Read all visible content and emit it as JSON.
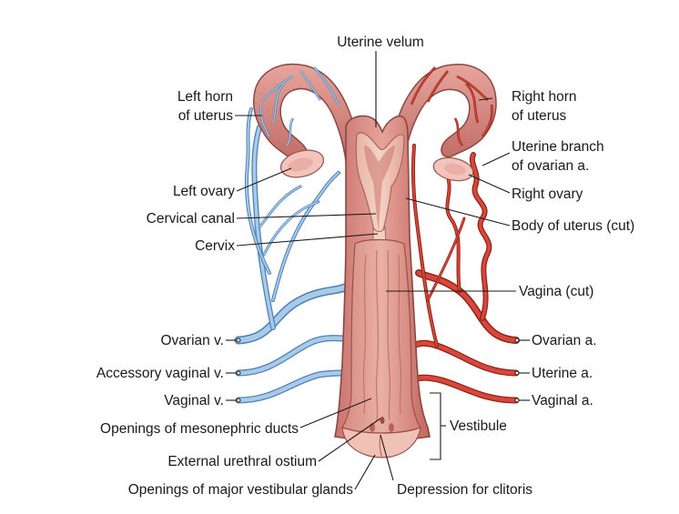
{
  "labels": {
    "uterine_velum": "Uterine velum",
    "left_horn_1": "Left horn",
    "left_horn_2": "of uterus",
    "right_horn_1": "Right horn",
    "right_horn_2": "of uterus",
    "uterine_branch_1": "Uterine branch",
    "uterine_branch_2": "of ovarian a.",
    "left_ovary": "Left ovary",
    "right_ovary": "Right ovary",
    "cervical_canal": "Cervical canal",
    "body_of_uterus": "Body of uterus (cut)",
    "cervix": "Cervix",
    "vagina": "Vagina (cut)",
    "ovarian_v": "Ovarian v.",
    "ovarian_a": "Ovarian a.",
    "accessory_vaginal_v": "Accessory vaginal v.",
    "uterine_a": "Uterine a.",
    "vaginal_v": "Vaginal v.",
    "vaginal_a": "Vaginal a.",
    "mesonephric": "Openings of mesonephric ducts",
    "vestibule": "Vestibule",
    "urethral": "External urethral ostium",
    "vestibular_glands": "Openings of major vestibular glands",
    "clitoris": "Depression for clitoris"
  },
  "colors": {
    "tissue": "#d98b85",
    "tissue_dark": "#b35f5a",
    "tissue_light": "#f1c2b6",
    "vein": "#9ec4e6",
    "vein_edge": "#4d7fb3",
    "artery": "#d6432f",
    "artery_edge": "#8d2418",
    "leader": "#1a1a1a"
  }
}
